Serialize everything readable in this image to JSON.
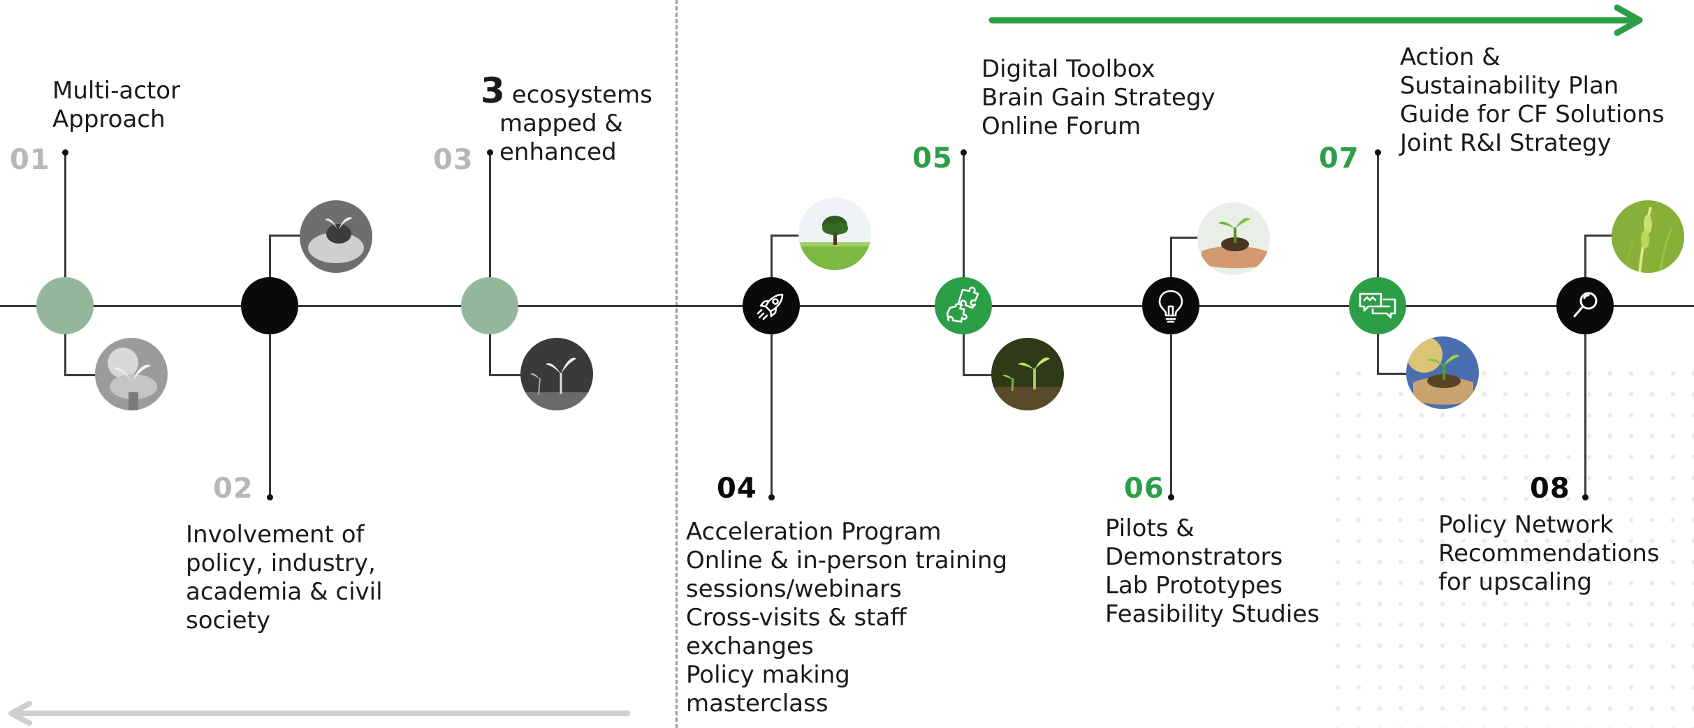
{
  "steps": [
    {
      "number": "01",
      "lines": [
        "Multi-actor",
        "Approach"
      ]
    },
    {
      "number": "02",
      "lines": [
        "Involvement of",
        "policy, industry,",
        "academia & civil",
        "society"
      ]
    },
    {
      "number": "03",
      "big": "3",
      "lines": [
        "ecosystems",
        "mapped &",
        "enhanced"
      ]
    },
    {
      "number": "04",
      "lines": [
        "Acceleration Program",
        "Online & in-person training",
        "sessions/webinars",
        "Cross-visits & staff",
        "exchanges",
        "Policy making",
        "masterclass"
      ]
    },
    {
      "number": "05",
      "lines": [
        "Digital Toolbox",
        "Brain Gain Strategy",
        "Online Forum"
      ]
    },
    {
      "number": "06",
      "lines": [
        "Pilots &",
        "Demonstrators",
        "Lab Prototypes",
        "Feasibility Studies"
      ]
    },
    {
      "number": "07",
      "lines": [
        "Action &",
        "Sustainability Plan",
        "Guide for CF Solutions",
        "Joint R&I Strategy"
      ]
    },
    {
      "number": "08",
      "lines": [
        "Policy Network",
        "Recommendations",
        "for upscaling"
      ]
    }
  ],
  "icons": {
    "node4": "rocket-icon",
    "node5": "puzzle-icon",
    "node6": "lightbulb-icon",
    "node7": "chat-bubbles-icon",
    "node8": "magnifier-icon"
  },
  "colors": {
    "green": "#2c9e48",
    "pale_green": "#94b79b",
    "black": "#0a0a0a",
    "gray_number": "#b7b7b7",
    "back_arrow": "#cfcfcf"
  }
}
